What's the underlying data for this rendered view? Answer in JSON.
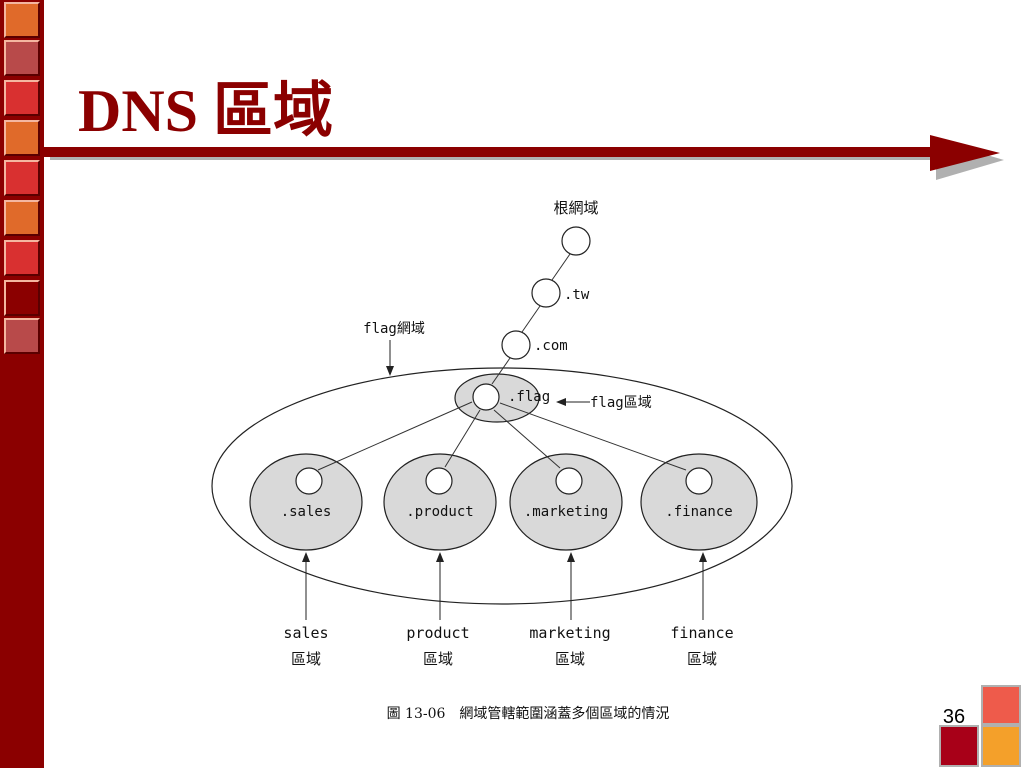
{
  "slide": {
    "title": "DNS 區域",
    "page_number": "36",
    "caption": "圖 13-06　網域管轄範圍涵蓋多個區域的情況"
  },
  "diagram": {
    "root_label": "根網域",
    "tw_label": ".tw",
    "com_label": ".com",
    "flag_label": ".flag",
    "flag_domain_label": "flag網域",
    "flag_zone_label": "flag區域",
    "subdomains": [
      {
        "label": ".sales",
        "zone_label_line1": "sales",
        "zone_label_line2": "區域"
      },
      {
        "label": ".product",
        "zone_label_line1": "product",
        "zone_label_line2": "區域"
      },
      {
        "label": ".marketing",
        "zone_label_line1": "marketing",
        "zone_label_line2": "區域"
      },
      {
        "label": ".finance",
        "zone_label_line1": "finance",
        "zone_label_line2": "區域"
      }
    ]
  },
  "colors": {
    "accent": "#8b0000",
    "zone_fill": "#d9d9d9",
    "orange": "#e06a2a",
    "red": "#d93030"
  }
}
